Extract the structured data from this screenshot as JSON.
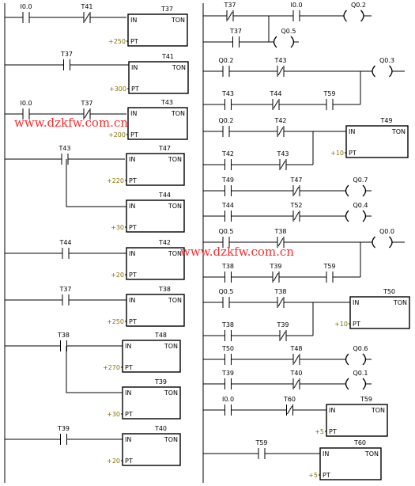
{
  "diagram": {
    "left_rungs": [
      {
        "elements": [
          {
            "kind": "contact_no",
            "label": "I0.0"
          },
          {
            "kind": "contact_nc",
            "label": "T41"
          },
          {
            "kind": "timer",
            "name": "T37",
            "in": "IN",
            "type": "TON",
            "preset": "+250",
            "pt": "PT"
          }
        ]
      },
      {
        "elements": [
          {
            "kind": "contact_no",
            "label": "T37"
          },
          {
            "kind": "timer",
            "name": "T41",
            "in": "IN",
            "type": "TON",
            "preset": "+300",
            "pt": "PT"
          }
        ]
      },
      {
        "elements": [
          {
            "kind": "contact_no",
            "label": "I0.0"
          },
          {
            "kind": "contact_nc",
            "label": "T37"
          },
          {
            "kind": "timer",
            "name": "T43",
            "in": "IN",
            "type": "TON",
            "preset": "+200",
            "pt": "PT"
          }
        ]
      },
      {
        "elements": [
          {
            "kind": "contact_no",
            "label": "T43"
          },
          {
            "kind": "timer",
            "name": "T47",
            "in": "IN",
            "type": "TON",
            "preset": "+220",
            "pt": "PT"
          },
          {
            "kind": "timer",
            "name": "T44",
            "in": "IN",
            "type": "TON",
            "preset": "+30",
            "pt": "PT"
          }
        ]
      },
      {
        "elements": [
          {
            "kind": "contact_no",
            "label": "T44"
          },
          {
            "kind": "timer",
            "name": "T42",
            "in": "IN",
            "type": "TON",
            "preset": "+20",
            "pt": "PT"
          }
        ]
      },
      {
        "elements": [
          {
            "kind": "contact_no",
            "label": "T37"
          },
          {
            "kind": "timer",
            "name": "T38",
            "in": "IN",
            "type": "TON",
            "preset": "+250",
            "pt": "PT"
          }
        ]
      },
      {
        "elements": [
          {
            "kind": "contact_no",
            "label": "T38"
          },
          {
            "kind": "timer",
            "name": "T48",
            "in": "IN",
            "type": "TON",
            "preset": "+270",
            "pt": "PT"
          },
          {
            "kind": "timer",
            "name": "T39",
            "in": "IN",
            "type": "TON",
            "preset": "+30",
            "pt": "PT"
          }
        ]
      },
      {
        "elements": [
          {
            "kind": "contact_no",
            "label": "T39"
          },
          {
            "kind": "timer",
            "name": "T40",
            "in": "IN",
            "type": "TON",
            "preset": "+20",
            "pt": "PT"
          }
        ]
      }
    ],
    "right_rungs": [
      {
        "elements": [
          {
            "kind": "contact_nc",
            "label": "T37"
          },
          {
            "kind": "contact_no",
            "label": "I0.0"
          },
          {
            "kind": "coil",
            "label": "Q0.2"
          },
          {
            "kind": "contact_no",
            "label": "T37"
          },
          {
            "kind": "coil",
            "label": "Q0.5"
          }
        ]
      },
      {
        "elements": [
          {
            "kind": "contact_no",
            "label": "Q0.2"
          },
          {
            "kind": "contact_nc",
            "label": "T43"
          },
          {
            "kind": "coil",
            "label": "Q0.3"
          },
          {
            "kind": "contact_no",
            "label": "T43"
          },
          {
            "kind": "contact_nc",
            "label": "T44"
          },
          {
            "kind": "contact_no",
            "label": "T59"
          }
        ]
      },
      {
        "elements": [
          {
            "kind": "contact_no",
            "label": "Q0.2"
          },
          {
            "kind": "contact_nc",
            "label": "T42"
          },
          {
            "kind": "timer",
            "name": "T49",
            "in": "IN",
            "type": "TON",
            "preset": "+10",
            "pt": "PT"
          },
          {
            "kind": "contact_no",
            "label": "T42"
          },
          {
            "kind": "contact_nc",
            "label": "T43"
          }
        ]
      },
      {
        "elements": [
          {
            "kind": "contact_no",
            "label": "T49"
          },
          {
            "kind": "contact_nc",
            "label": "T47"
          },
          {
            "kind": "coil",
            "label": "Q0.7"
          }
        ]
      },
      {
        "elements": [
          {
            "kind": "contact_no",
            "label": "T44"
          },
          {
            "kind": "contact_nc",
            "label": "T52"
          },
          {
            "kind": "coil",
            "label": "Q0.4"
          }
        ]
      },
      {
        "elements": [
          {
            "kind": "contact_no",
            "label": "Q0.5"
          },
          {
            "kind": "contact_nc",
            "label": "T38"
          },
          {
            "kind": "coil",
            "label": "Q0.0"
          },
          {
            "kind": "contact_no",
            "label": "T38"
          },
          {
            "kind": "contact_nc",
            "label": "T39"
          },
          {
            "kind": "contact_no",
            "label": "T59"
          }
        ]
      },
      {
        "elements": [
          {
            "kind": "contact_no",
            "label": "Q0.5"
          },
          {
            "kind": "contact_nc",
            "label": "T38"
          },
          {
            "kind": "timer",
            "name": "T50",
            "in": "IN",
            "type": "TON",
            "preset": "+10",
            "pt": "PT"
          },
          {
            "kind": "contact_no",
            "label": "T38"
          },
          {
            "kind": "contact_nc",
            "label": "T39"
          }
        ]
      },
      {
        "elements": [
          {
            "kind": "contact_no",
            "label": "T50"
          },
          {
            "kind": "contact_nc",
            "label": "T48"
          },
          {
            "kind": "coil",
            "label": "Q0.6"
          }
        ]
      },
      {
        "elements": [
          {
            "kind": "contact_no",
            "label": "T39"
          },
          {
            "kind": "contact_nc",
            "label": "T40"
          },
          {
            "kind": "coil",
            "label": "Q0.1"
          }
        ]
      },
      {
        "elements": [
          {
            "kind": "contact_no",
            "label": "I0.0"
          },
          {
            "kind": "contact_nc",
            "label": "T60"
          },
          {
            "kind": "timer",
            "name": "T59",
            "in": "IN",
            "type": "TON",
            "preset": "+5",
            "pt": "PT"
          }
        ]
      },
      {
        "elements": [
          {
            "kind": "contact_no",
            "label": "T59"
          },
          {
            "kind": "timer",
            "name": "T60",
            "in": "IN",
            "type": "TON",
            "preset": "+5",
            "pt": "PT"
          }
        ]
      }
    ],
    "watermarks": [
      "www.dzkfw.com.cn",
      "www.dzkfw.com.cn"
    ],
    "colors": {
      "preset_text": "#8a7000",
      "watermark": "#ff2a2a",
      "line": "#000000"
    }
  }
}
